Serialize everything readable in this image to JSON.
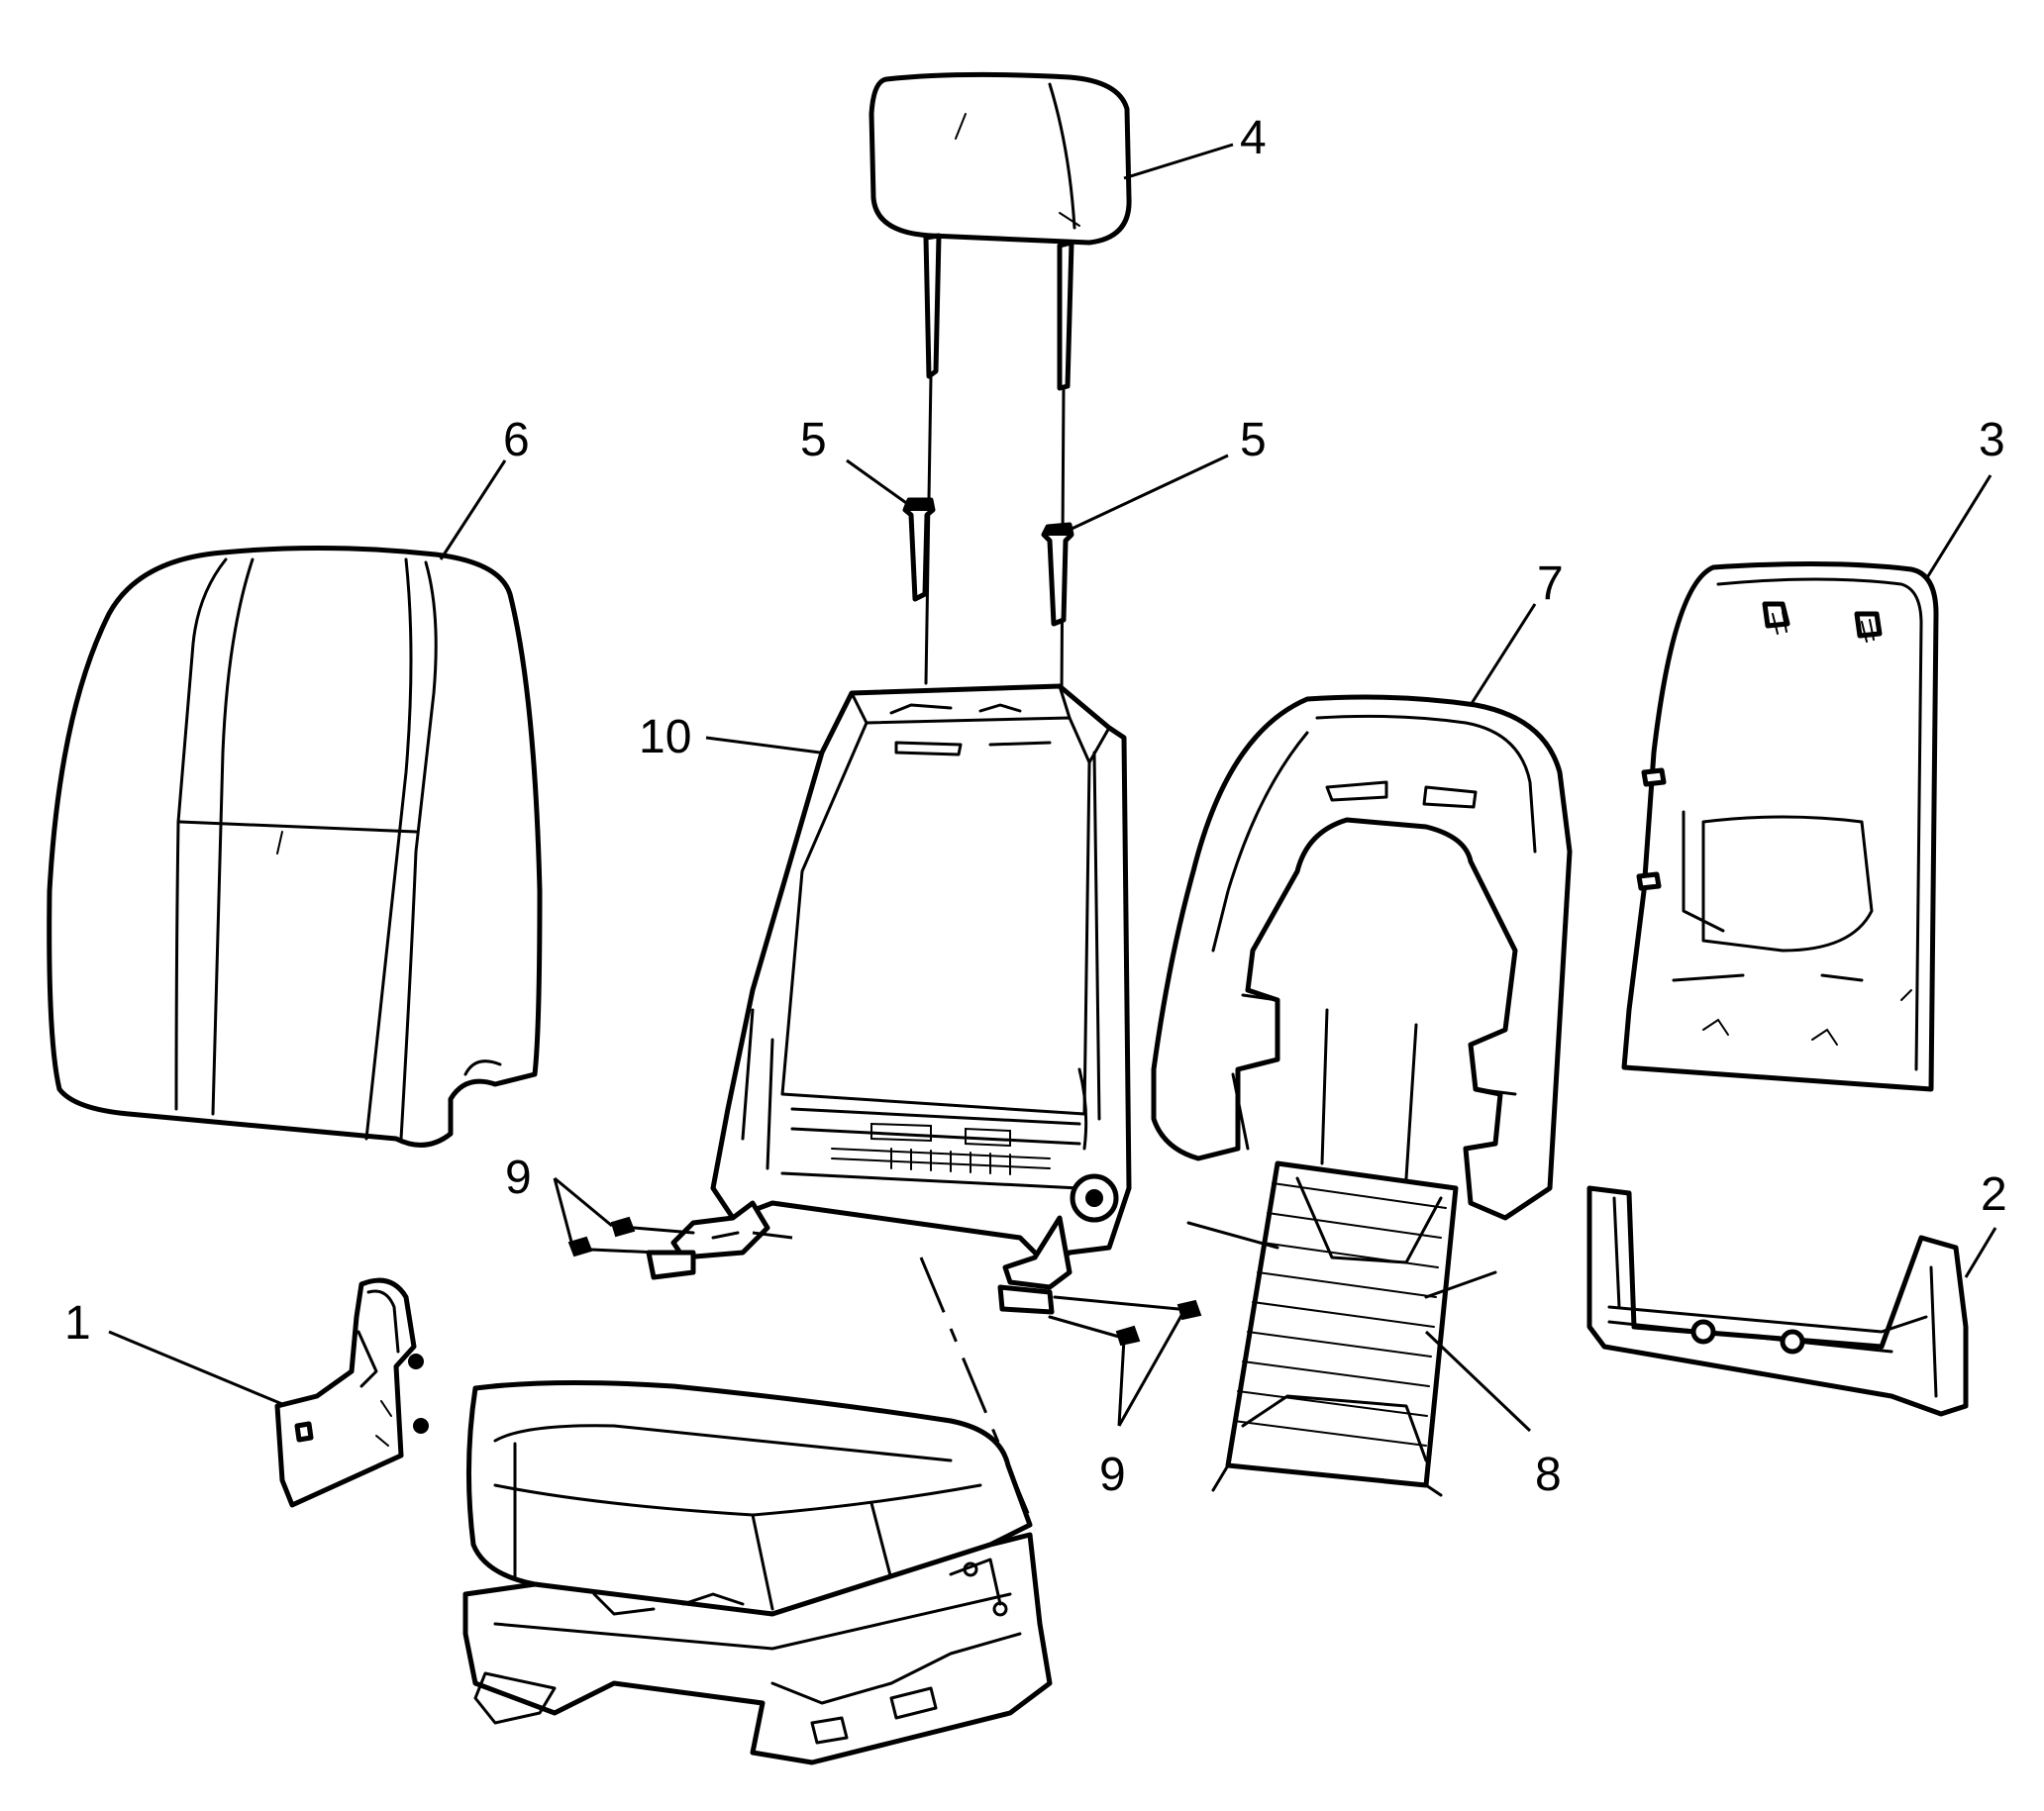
{
  "callouts": {
    "c1": "1",
    "c2": "2",
    "c3": "3",
    "c4": "4",
    "c5a": "5",
    "c5b": "5",
    "c6": "6",
    "c7": "7",
    "c8": "8",
    "c9a": "9",
    "c9b": "9",
    "c10": "10"
  }
}
